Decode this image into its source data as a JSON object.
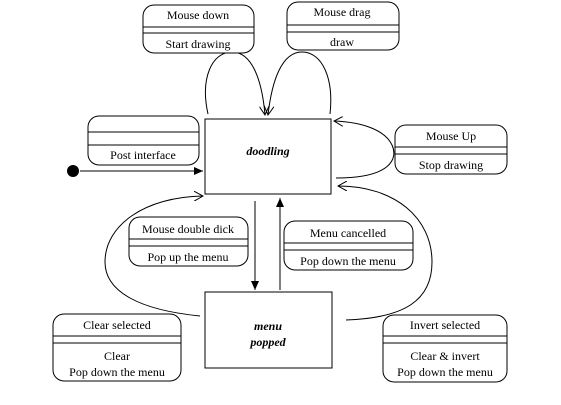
{
  "states": {
    "doodling": "doodling",
    "menu_popped_line1": "menu",
    "menu_popped_line2": "popped"
  },
  "transitions": {
    "mouse_down": {
      "event": "Mouse down",
      "action": "Start drawing"
    },
    "mouse_drag": {
      "event": "Mouse drag",
      "action": "draw"
    },
    "initial": {
      "event": "",
      "action": "Post interface"
    },
    "mouse_up": {
      "event": "Mouse Up",
      "action": "Stop drawing"
    },
    "double_click": {
      "event": "Mouse double dick",
      "action": "Pop up the menu"
    },
    "menu_cancelled": {
      "event": "Menu cancelled",
      "action": "Pop down the menu"
    },
    "clear_selected": {
      "event": "Clear selected",
      "action_line1": "Clear",
      "action_line2": "Pop down the menu"
    },
    "invert_selected": {
      "event": "Invert selected",
      "action_line1": "Clear & invert",
      "action_line2": "Pop down the menu"
    }
  }
}
